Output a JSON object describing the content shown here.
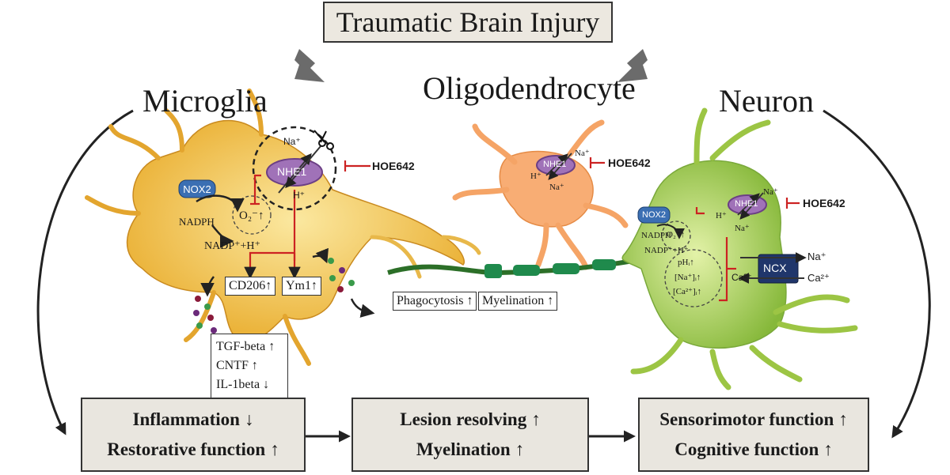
{
  "title": "Traumatic Brain Injury",
  "cells": {
    "microglia": "Microglia",
    "oligodendrocyte": "Oligodendrocyte",
    "neuron": "Neuron"
  },
  "microglia_labels": {
    "nox2": "NOX2",
    "nhe1": "NHE1",
    "na": "Na⁺",
    "h": "H⁺",
    "hoe": "HOE642",
    "nadph": "NADPH",
    "o2": "O₂⁻↑",
    "nadp": "NADP⁺+H⁺",
    "cd206": "CD206",
    "ym1": "Ym1",
    "factors": [
      "TGF-beta ↑",
      "CNTF ↑",
      "IL-1beta ↓"
    ]
  },
  "oligo_labels": {
    "nhe1": "NHE1",
    "na_top": "Na⁺",
    "h": "H⁺",
    "na_bottom": "Na⁺",
    "hoe": "HOE642",
    "phagocytosis": "Phagocytosis",
    "myelination": "Myelination"
  },
  "neuron_labels": {
    "nox2": "NOX2",
    "nhe1": "NHE1",
    "na_top": "Na⁺",
    "h": "H⁺",
    "na_bottom": "Na⁺",
    "hoe": "HOE642",
    "nadph": "NADPH",
    "o2": "O₂⁻↑",
    "nadp": "NADP⁺+H⁺",
    "ph": "pHᵢ↑",
    "na_i": "[Na⁺]ᵢ↑",
    "ca_i": "[Ca²⁺]ᵢ↑",
    "ncx": "NCX",
    "ncx_na": "Na⁺",
    "ncx_ca": "Ca²⁺",
    "ca_side": "Ca²⁺"
  },
  "outcomes": {
    "box1": [
      "Inflammation",
      "Restorative function"
    ],
    "box1_arrows": [
      "↓",
      "↑"
    ],
    "box2": [
      "Lesion resolving",
      "Myelination"
    ],
    "box2_arrows": [
      "↑",
      "↑"
    ],
    "box3": [
      "Sensorimotor function",
      "Cognitive function"
    ],
    "box3_arrows": [
      "↑",
      "↑"
    ]
  },
  "colors": {
    "microglia": "#f0c040",
    "oligodendrocyte": "#f7a86a",
    "neuron": "#a9cf4a",
    "myelin": "#1f8a4c",
    "nhe1": "#a072b8",
    "nox2": "#3b6fb3",
    "ncx": "#20366b",
    "inhibit": "#cc2222"
  }
}
